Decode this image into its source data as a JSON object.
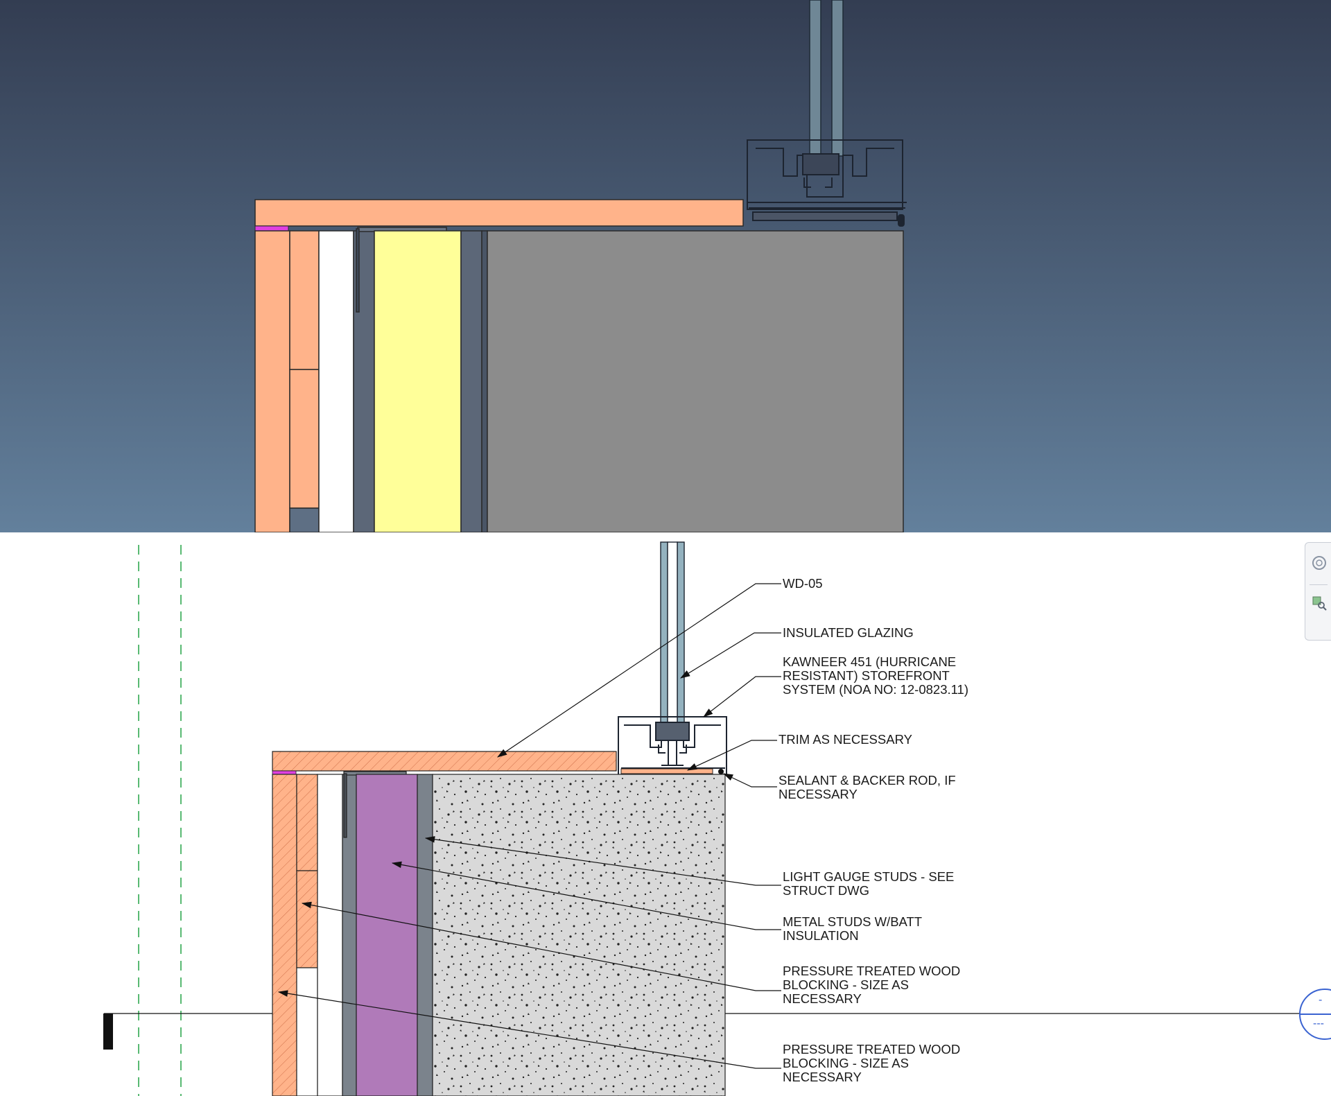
{
  "views": {
    "top": {
      "name": "3D shaded wall section"
    },
    "bottom": {
      "name": "2D detail section"
    }
  },
  "annotations": [
    {
      "id": "wd05",
      "lines": [
        "WD-05"
      ]
    },
    {
      "id": "glazing",
      "lines": [
        "INSULATED GLAZING"
      ]
    },
    {
      "id": "kawneer",
      "lines": [
        "KAWNEER 451 (HURRICANE",
        "RESISTANT) STOREFRONT",
        "SYSTEM  (NOA NO: 12-0823.11)"
      ]
    },
    {
      "id": "trim",
      "lines": [
        "TRIM AS NECESSARY"
      ]
    },
    {
      "id": "sealant",
      "lines": [
        "SEALANT & BACKER ROD, IF",
        "NECESSARY"
      ]
    },
    {
      "id": "studs",
      "lines": [
        "LIGHT GAUGE STUDS - SEE",
        "STRUCT DWG"
      ]
    },
    {
      "id": "batt",
      "lines": [
        "METAL STUDS W/BATT",
        "INSULATION"
      ]
    },
    {
      "id": "blocking1",
      "lines": [
        "PRESSURE TREATED WOOD",
        "BLOCKING - SIZE AS",
        "NECESSARY"
      ]
    },
    {
      "id": "blocking2",
      "lines": [
        "PRESSURE TREATED WOOD",
        "BLOCKING - SIZE AS",
        "NECESSARY"
      ]
    }
  ],
  "section_marker": {
    "top": "-",
    "bottom": "---"
  },
  "colors": {
    "sky_top": "#333d52",
    "sky_bottom": "#63809c",
    "wood": "#ffb38a",
    "insulation_3d": "#ffff99",
    "insulation_2d": "#b07ab9",
    "concrete_3d": "#8c8c8c",
    "concrete_2d": "#d9d9d9",
    "metal": "#5c6778",
    "gridline": "#2fa84f",
    "section_blue": "#3a63d1",
    "flashing": "#e040e0"
  },
  "icons": {
    "nav_wheel": "steering-wheel-icon",
    "zoom": "zoom-icon"
  }
}
